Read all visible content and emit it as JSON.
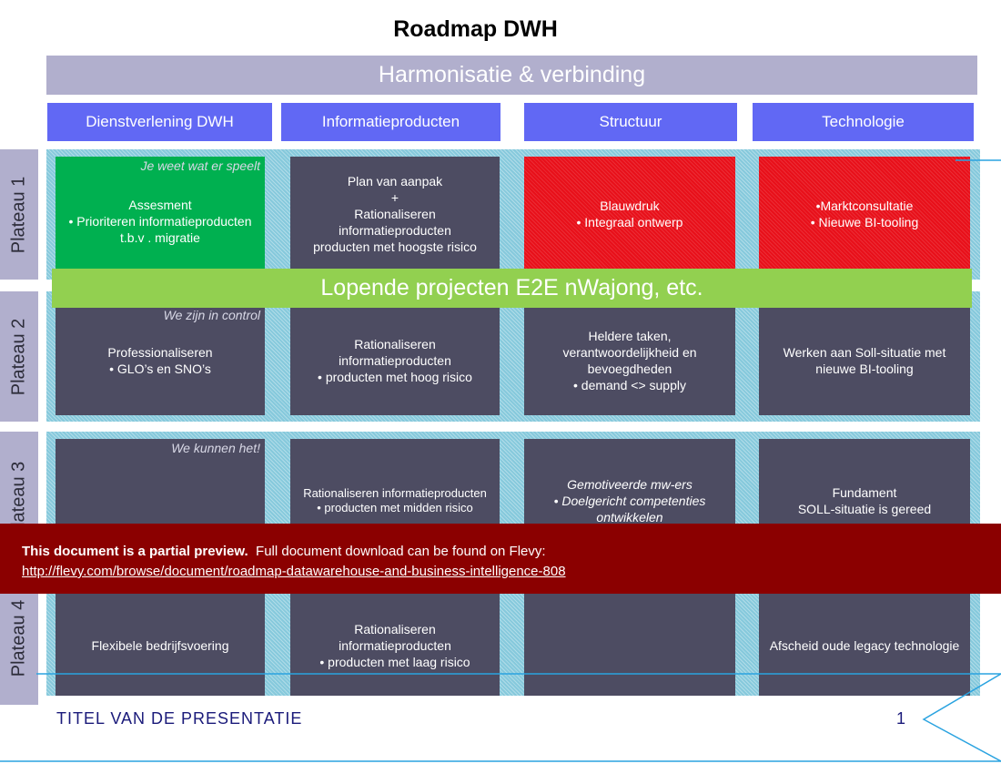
{
  "title": "Roadmap DWH",
  "banner": "Harmonisatie & verbinding",
  "columns": [
    "Dienstverlening DWH",
    "Informatieproducten",
    "Structuur",
    "Technologie"
  ],
  "plateaus": [
    "Plateau 1",
    "Plateau 2",
    "Plateau 3",
    "Plateau 4"
  ],
  "taglines": [
    "Je weet wat er speelt",
    "We zijn in control",
    "We kunnen het!"
  ],
  "cells": {
    "p1": [
      "Assesment\n• Prioriteren informatieproducten t.b.v . migratie",
      "Plan van aanpak\n+\nRationaliseren informatieproducten\nproducten met hoogste risico",
      "Blauwdruk\n• Integraal ontwerp",
      "•Marktconsultatie\n• Nieuwe BI-tooling"
    ],
    "p2": [
      "Professionaliseren\n• GLO’s en SNO’s",
      "Rationaliseren informatieproducten\n•  producten met hoog risico",
      "Heldere taken, verantwoordelijkheid en bevoegdheden\n• demand <> supply",
      "Werken aan Soll-situatie met nieuwe BI-tooling"
    ],
    "p3": [
      "",
      "Rationaliseren informatieproducten\n• producten met midden risico",
      "Gemotiveerde mw-ers\n• Doelgericht competenties ontwikkelen",
      "Fundament\nSOLL-situatie is gereed"
    ],
    "p4": [
      "Flexibele bedrijfsvoering",
      "Rationaliseren informatieproducten\n• producten met laag risico",
      "",
      "Afscheid oude legacy technologie"
    ]
  },
  "ongoing_projects": "Lopende projecten E2E nWajong, etc.",
  "preview": {
    "bold": "This document is a partial preview.",
    "text": "Full document download can be found on Flevy:",
    "link": "http://flevy.com/browse/document/roadmap-datawarehouse-and-business-intelligence-808"
  },
  "footer": {
    "title": "TITEL VAN DE PRESENTATIE",
    "page": "1"
  },
  "colors": {
    "banner": "#b1afcd",
    "column_header": "#6168f4",
    "cell": "#4d4c62",
    "green_cell": "#00b050",
    "red_cell": "#e8101a",
    "ongoing_bar": "#92d050",
    "preview_bar": "#8b0000",
    "band": "#86c9dc"
  }
}
